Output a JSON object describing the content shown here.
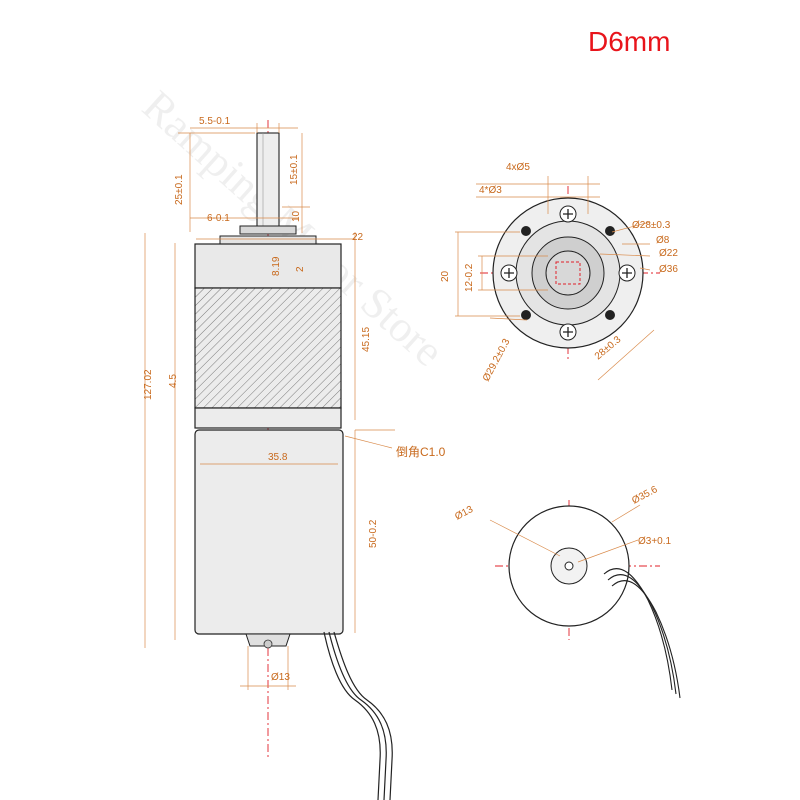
{
  "title": "D6mm",
  "side_view": {
    "dim_shaft_flat": "5.5-0.1",
    "dim_shaft_len": "25±0.1",
    "dim_flat_len": "15±0.1",
    "dim_shaft_dia": "6-0.1",
    "dim_boss_len": "10",
    "dim_gear_dia": "22",
    "dim_819": "8.19",
    "dim_2": "2",
    "dim_gear_len": "45.15",
    "dim_gap": "4.5",
    "dim_total": "127.02",
    "dim_motor_dia": "35.8",
    "chamfer": "倒角C1.0",
    "dim_motor_len": "50-0.2",
    "dim_bottom_boss": "Ø13"
  },
  "front_view": {
    "dim_holes": "4xØ5",
    "dim_holes3": "4*Ø3",
    "dim_28": "Ø28±0.3",
    "dim_8": "Ø8",
    "dim_22": "Ø22",
    "dim_36": "Ø36",
    "dim_20": "20",
    "dim_12": "12-0.2",
    "dim_29": "Ø29.2±0.3",
    "dim_28b": "28±0.3"
  },
  "rear_view": {
    "dim_13": "Ø13",
    "dim_356": "Ø35.6",
    "dim_3": "Ø3+0.1"
  },
  "watermark": "Ramping Motor Store"
}
